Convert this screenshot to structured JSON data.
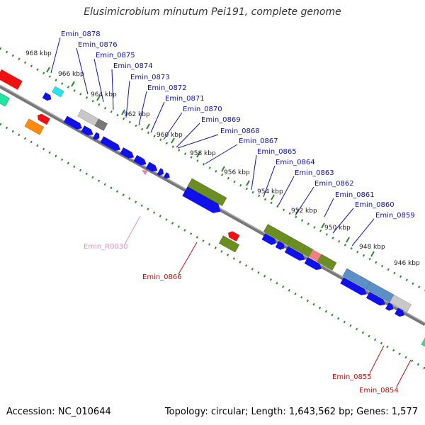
{
  "title": "Elusimicrobium minutum Pei191, complete genome",
  "footer": {
    "accession": "Accession: NC_010644",
    "stats": "Topology: circular; Length: 1,643,562 bp; Genes: 1,577"
  },
  "ticks": [
    "968 kbp",
    "966 kbp",
    "964 kbp",
    "962 kbp",
    "960 kbp",
    "958 kbp",
    "956 kbp",
    "954 kbp",
    "952 kbp",
    "950 kbp",
    "948 kbp",
    "946 kbp"
  ],
  "colors": {
    "cds": "#1010e8",
    "trna_or_partial": "#6b8e23",
    "red": "#ee1111",
    "gray": "#b8b8b8",
    "steelblue": "#5a8fc8",
    "cyan": "#22e5f0",
    "mint": "#22e5a0",
    "orange": "#ff8a10",
    "pink": "#f080a0",
    "label_blue": "#1010c0",
    "label_red": "#c01010",
    "label_pink": "#e090c0",
    "tick_green": "#2a8a2a"
  },
  "gene_labels": [
    {
      "text": "Emin_0878",
      "color": "blue"
    },
    {
      "text": "Emin_0876",
      "color": "blue"
    },
    {
      "text": "Emin_0875",
      "color": "blue"
    },
    {
      "text": "Emin_0874",
      "color": "blue"
    },
    {
      "text": "Emin_0873",
      "color": "blue"
    },
    {
      "text": "Emin_0872",
      "color": "blue"
    },
    {
      "text": "Emin_0871",
      "color": "blue"
    },
    {
      "text": "Emin_0870",
      "color": "blue"
    },
    {
      "text": "Emin_0869",
      "color": "blue"
    },
    {
      "text": "Emin_0868",
      "color": "blue"
    },
    {
      "text": "Emin_0867",
      "color": "blue"
    },
    {
      "text": "Emin_0865",
      "color": "blue"
    },
    {
      "text": "Emin_0864",
      "color": "blue"
    },
    {
      "text": "Emin_0863",
      "color": "blue"
    },
    {
      "text": "Emin_0862",
      "color": "blue"
    },
    {
      "text": "Emin_0861",
      "color": "blue"
    },
    {
      "text": "Emin_0860",
      "color": "blue"
    },
    {
      "text": "Emin_0859",
      "color": "blue"
    },
    {
      "text": "Emin_R0030",
      "color": "pink"
    },
    {
      "text": "Emin_0866",
      "color": "red"
    },
    {
      "text": "Emin_0855",
      "color": "red"
    },
    {
      "text": "Emin_0854",
      "color": "red"
    }
  ]
}
